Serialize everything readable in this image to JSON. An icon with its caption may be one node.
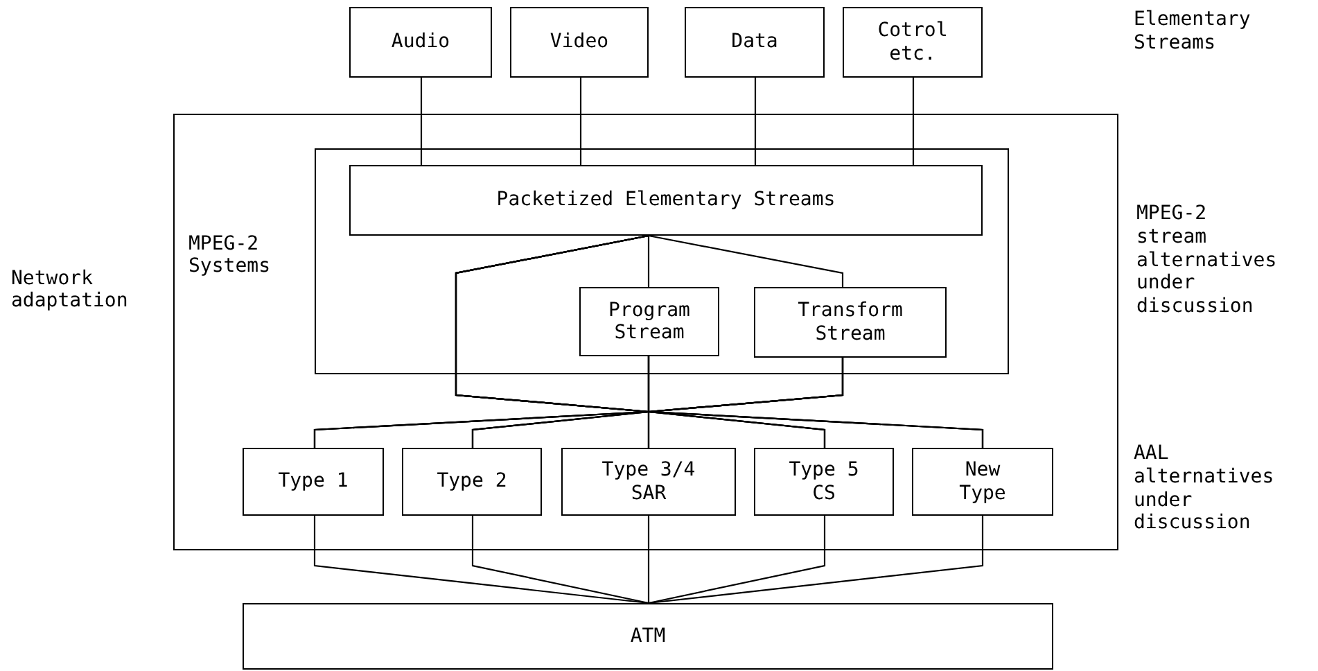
{
  "diagram": {
    "nodes": [
      {
        "text": [
          "Audio"
        ]
      },
      {
        "text": [
          "Video"
        ]
      },
      {
        "text": [
          "Data"
        ]
      },
      {
        "text": [
          "Cotrol etc."
        ]
      },
      {
        "text": [
          "Network adaptation"
        ]
      },
      {
        "text": [
          "MPEG-2 Systems"
        ],
        "in": 4
      },
      {
        "text": [
          "Packetized Elementary Streams"
        ],
        "in": 5
      },
      {
        "text": [
          "Program Stream"
        ],
        "in": 5
      },
      {
        "text": [
          "Transform Stream"
        ],
        "in": 5
      },
      {
        "text": [
          "Type 1"
        ],
        "in": 4
      },
      {
        "text": [
          "Type 2"
        ],
        "in": 4
      },
      {
        "text": [
          "Type 3/4 SAR"
        ],
        "in": 4
      },
      {
        "text": [
          "Type 5 CS"
        ],
        "in": 4
      },
      {
        "text": [
          "New Type"
        ],
        "in": 4
      },
      {
        "text": [
          "ATM"
        ]
      }
    ],
    "edges": [
      {
        "from": 0,
        "to": 6,
        "arrow": "none"
      },
      {
        "from": 1,
        "to": 6,
        "arrow": "none"
      },
      {
        "from": 2,
        "to": 6,
        "arrow": "none"
      },
      {
        "from": 3,
        "to": 6,
        "arrow": "none"
      },
      {
        "from": 6,
        "to": 7,
        "arrow": "none"
      },
      {
        "from": 6,
        "to": 8,
        "arrow": "none"
      },
      {
        "from": 6,
        "to": 9,
        "arrow": "none"
      },
      {
        "from": 6,
        "to": 10,
        "arrow": "none"
      },
      {
        "from": 6,
        "to": 11,
        "arrow": "none"
      },
      {
        "from": 6,
        "to": 12,
        "arrow": "none"
      },
      {
        "from": 6,
        "to": 13,
        "arrow": "none"
      },
      {
        "from": 7,
        "to": 9,
        "arrow": "none"
      },
      {
        "from": 7,
        "to": 10,
        "arrow": "none"
      },
      {
        "from": 7,
        "to": 11,
        "arrow": "none"
      },
      {
        "from": 7,
        "to": 12,
        "arrow": "none"
      },
      {
        "from": 7,
        "to": 13,
        "arrow": "none"
      },
      {
        "from": 8,
        "to": 9,
        "arrow": "none"
      },
      {
        "from": 8,
        "to": 10,
        "arrow": "none"
      },
      {
        "from": 8,
        "to": 11,
        "arrow": "none"
      },
      {
        "from": 8,
        "to": 12,
        "arrow": "none"
      },
      {
        "from": 8,
        "to": 13,
        "arrow": "none"
      },
      {
        "from": 9,
        "to": 14,
        "arrow": "none"
      },
      {
        "from": 10,
        "to": 14,
        "arrow": "none"
      },
      {
        "from": 11,
        "to": 14,
        "arrow": "none"
      },
      {
        "from": 12,
        "to": 14,
        "arrow": "none"
      },
      {
        "from": 13,
        "to": 14,
        "arrow": "none"
      }
    ],
    "labels": [
      "Elementary Streams",
      "MPEG-2 stream alternatives under discussion",
      "AAL alternatives under discussion"
    ]
  }
}
